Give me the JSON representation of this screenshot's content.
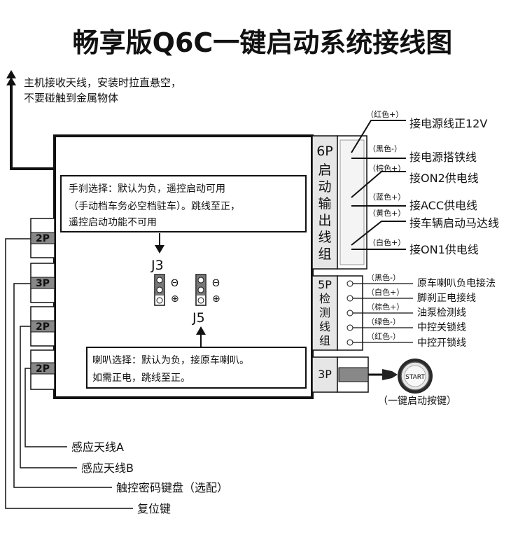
{
  "title": "畅享版Q6C一键启动系统接线图",
  "antenna": {
    "line1": "主机接收天线，安装时拉直悬空，",
    "line2": "不要碰触到金属物体"
  },
  "handbrake_note": {
    "line1": "手刹选择：默认为负，遥控启动可用",
    "line2": "（手动档车务必空档驻车）。跳线至正，",
    "line3": "遥控启动功能不可用"
  },
  "horn_note": {
    "line1": "喇叭选择：默认为负，接原车喇叭。",
    "line2": "如需正电，跳线至正。"
  },
  "jumpers": {
    "j3": "J3",
    "j5": "J5",
    "neg": "Θ",
    "pos": "⊕"
  },
  "left_connectors": [
    "2P",
    "3P",
    "2P",
    "2P"
  ],
  "bottom_labels": [
    "感应天线A",
    "感应天线B",
    "触控密码键盘（选配）",
    "复位键"
  ],
  "output_group": {
    "header": "6P",
    "name_chars": [
      "启",
      "动",
      "输",
      "出",
      "线",
      "组"
    ],
    "wires": [
      {
        "color": "（红色+）",
        "desc": "接电源线正12V"
      },
      {
        "color": "（黑色-）",
        "desc": "接电源搭铁线"
      },
      {
        "color": "（棕色+）",
        "desc": "接ON2供电线"
      },
      {
        "color": "（蓝色+）",
        "desc": "接ACC供电线"
      },
      {
        "color": "（黄色+）",
        "desc": "接车辆启动马达线"
      },
      {
        "color": "（白色+）",
        "desc": "接ON1供电线"
      }
    ]
  },
  "detect_group": {
    "header": "5P",
    "name_chars": [
      "检",
      "测",
      "线",
      "组"
    ],
    "wires": [
      {
        "color": "（黑色-）",
        "desc": "原车喇叭负电接法"
      },
      {
        "color": "（白色+）",
        "desc": "脚刹正电接线"
      },
      {
        "color": "（棕色+）",
        "desc": "油泵检测线"
      },
      {
        "color": "（绿色-）",
        "desc": "中控关锁线"
      },
      {
        "color": "（红色-）",
        "desc": "中控开锁线"
      }
    ]
  },
  "start_button": {
    "header": "3P",
    "button_text": "START",
    "caption": "（一键启动按键）"
  }
}
